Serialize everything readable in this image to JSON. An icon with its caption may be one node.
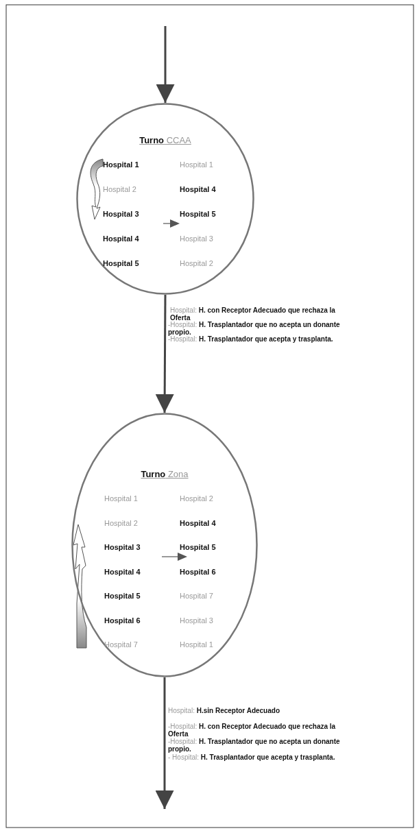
{
  "diagram": {
    "nodes": [
      {
        "text": [
          "**Turno** CCAA",
          "**Hospital 1**",
          "Hospital 1",
          "Hospital 2",
          "**Hospital 4**",
          "**Hospital 3**",
          "**Hospital 5**",
          "**Hospital 4**",
          "Hospital 3",
          "**Hospital 5**",
          "Hospital 2"
        ]
      },
      {
        "text": [
          "**Turno** Zona",
          "Hospital 1",
          "Hospital 2",
          "Hospital 2",
          "**Hospital 4**",
          "**Hospital 3**",
          "**Hospital 5**",
          "**Hospital 4**",
          "**Hospital 6**",
          "**Hospital 5**",
          "Hospital 7",
          "**Hospital 6**",
          "Hospital 3",
          "Hospital 7",
          "Hospital 1"
        ]
      }
    ],
    "edges": [
      {
        "from": null,
        "to": 0,
        "arrow": "to"
      },
      {
        "from": 0,
        "to": 1,
        "arrow": "to"
      },
      {
        "from": 1,
        "to": null,
        "arrow": "to"
      }
    ],
    "labels": [
      "Hospital: **H. con Receptor Adecuado que rechaza la Oferta**",
      "-Hospital: **H. Trasplantador que no acepta un donante propio.**",
      "-Hospital: **H. Trasplantador que acepta y trasplanta.**",
      "Hospital: **H.sin Receptor Adecuado**",
      "-Hospital: **H. con Receptor Adecuado que rechaza la Oferta**",
      "-Hospital: **H. Trasplantador que no acepta un donante propio.**",
      "- Hospital: **H. Trasplantador que acepta y trasplanta.**"
    ]
  }
}
